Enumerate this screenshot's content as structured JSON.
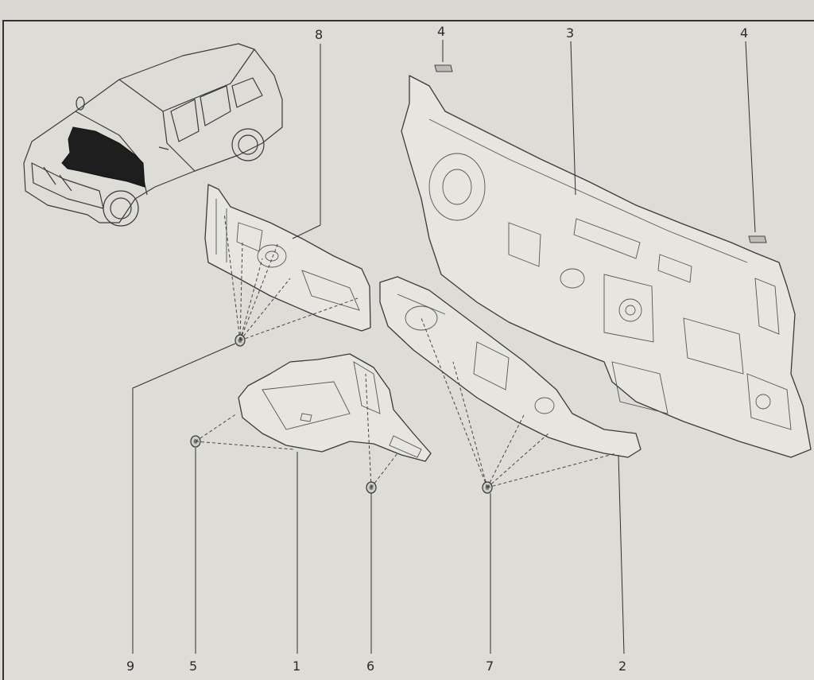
{
  "callouts": [
    {
      "id": "c8",
      "label": "8"
    },
    {
      "id": "c4a",
      "label": "4"
    },
    {
      "id": "c3",
      "label": "3"
    },
    {
      "id": "c4b",
      "label": "4"
    },
    {
      "id": "c9",
      "label": "9"
    },
    {
      "id": "c5",
      "label": "5"
    },
    {
      "id": "c1",
      "label": "1"
    },
    {
      "id": "c6",
      "label": "6"
    },
    {
      "id": "c7",
      "label": "7"
    },
    {
      "id": "c2",
      "label": "2"
    }
  ],
  "colors": {
    "paper": "#d9d8d3",
    "panel_fill": "#e6e5e0",
    "ink": "#3a3a3a",
    "highlight": "#1e1e1e"
  },
  "icons": {
    "vehicle": "suv-outline-icon",
    "clip": "clip-fastener-icon",
    "pad": "insulation-pad-icon"
  }
}
